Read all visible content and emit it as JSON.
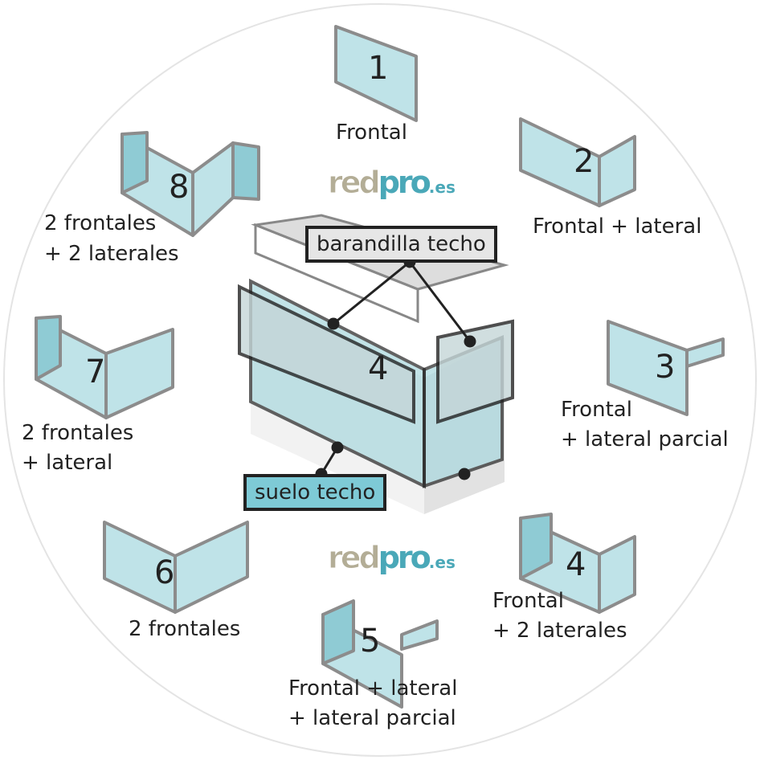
{
  "brand": {
    "part1": "red",
    "part2": "pro",
    "suffix": ".es"
  },
  "callouts": {
    "railing": "barandilla techo",
    "floor": "suelo techo",
    "center_number": "4"
  },
  "options": [
    {
      "number": "1",
      "lines": [
        "Frontal"
      ]
    },
    {
      "number": "2",
      "lines": [
        "Frontal + lateral"
      ]
    },
    {
      "number": "3",
      "lines": [
        "Frontal",
        "+ lateral parcial"
      ]
    },
    {
      "number": "4",
      "lines": [
        "Frontal",
        "+ 2 laterales"
      ]
    },
    {
      "number": "5",
      "lines": [
        "Frontal + lateral",
        "+ lateral parcial"
      ]
    },
    {
      "number": "6",
      "lines": [
        "2 frontales"
      ]
    },
    {
      "number": "7",
      "lines": [
        "2 frontales",
        "+ lateral"
      ]
    },
    {
      "number": "8",
      "lines": [
        "2 frontales",
        "+ 2 laterales"
      ]
    }
  ],
  "colors": {
    "glass": "#bfe3e8",
    "frame": "#8c8c8c",
    "floor_callout": "#7ecad6",
    "railing_callout": "#e6e6e6"
  }
}
